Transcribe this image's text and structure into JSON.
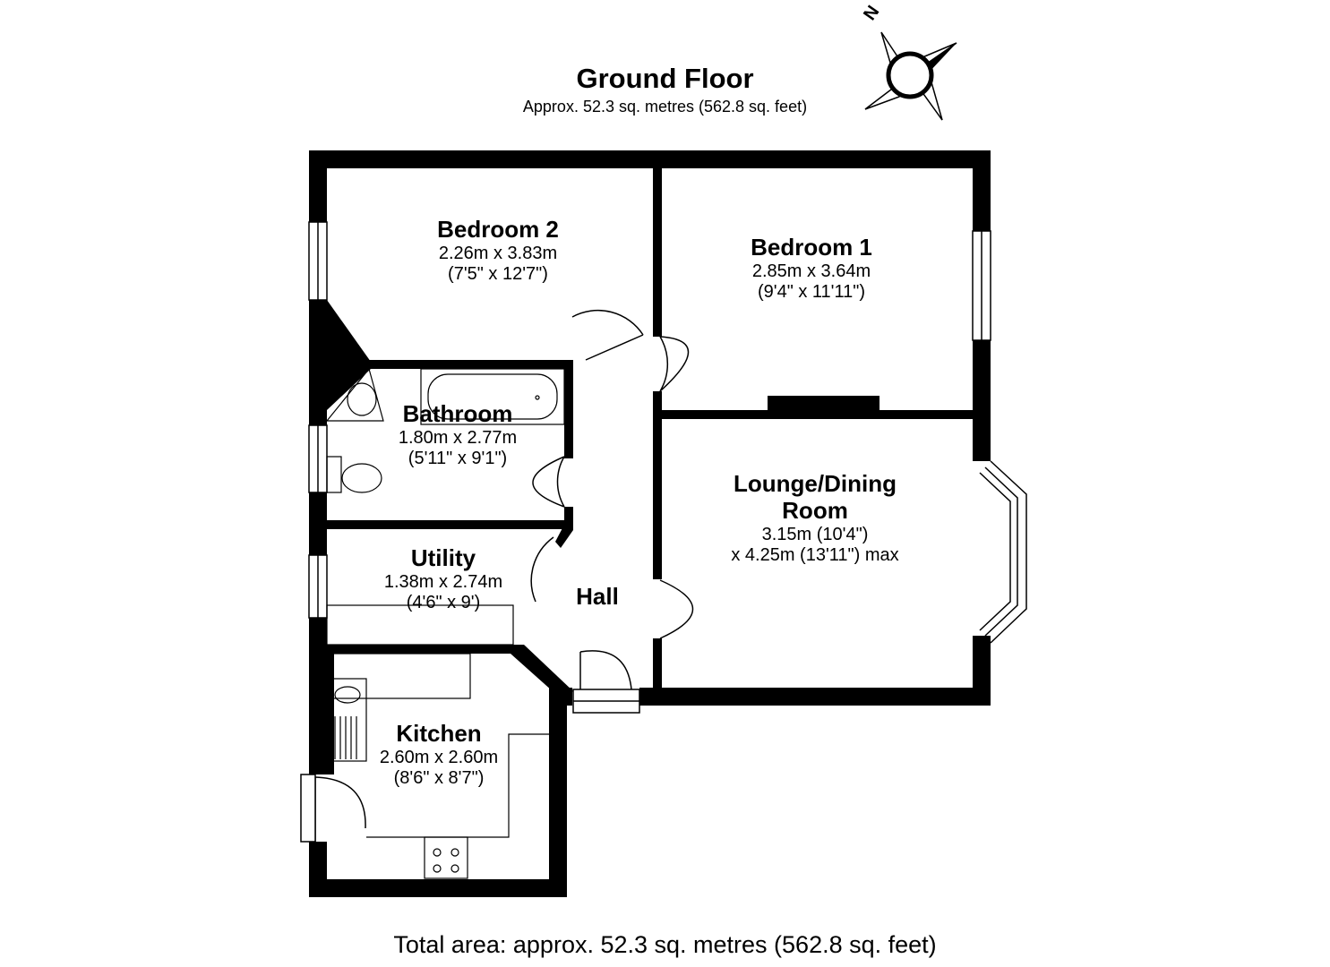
{
  "header": {
    "title": "Ground Floor",
    "subtitle": "Approx. 52.3 sq. metres (562.8 sq. feet)"
  },
  "compass": {
    "label": "N"
  },
  "rooms": {
    "bedroom2": {
      "name": "Bedroom 2",
      "dim1": "2.26m x 3.83m",
      "dim2": "(7'5\" x 12'7\")"
    },
    "bedroom1": {
      "name": "Bedroom 1",
      "dim1": "2.85m x 3.64m",
      "dim2": "(9'4\" x 11'11\")"
    },
    "bathroom": {
      "name": "Bathroom",
      "dim1": "1.80m x 2.77m",
      "dim2": "(5'11\" x 9'1\")"
    },
    "lounge": {
      "name_line1": "Lounge/Dining",
      "name_line2": "Room",
      "dim1": "3.15m (10'4\")",
      "dim2": "x 4.25m (13'11\") max"
    },
    "utility": {
      "name": "Utility",
      "dim1": "1.38m x 2.74m",
      "dim2": "(4'6\" x 9')"
    },
    "hall": {
      "name": "Hall"
    },
    "kitchen": {
      "name": "Kitchen",
      "dim1": "2.60m x 2.60m",
      "dim2": "(8'6\" x 8'7\")"
    }
  },
  "footer": {
    "total": "Total area: approx. 52.3 sq. metres (562.8 sq. feet)"
  }
}
